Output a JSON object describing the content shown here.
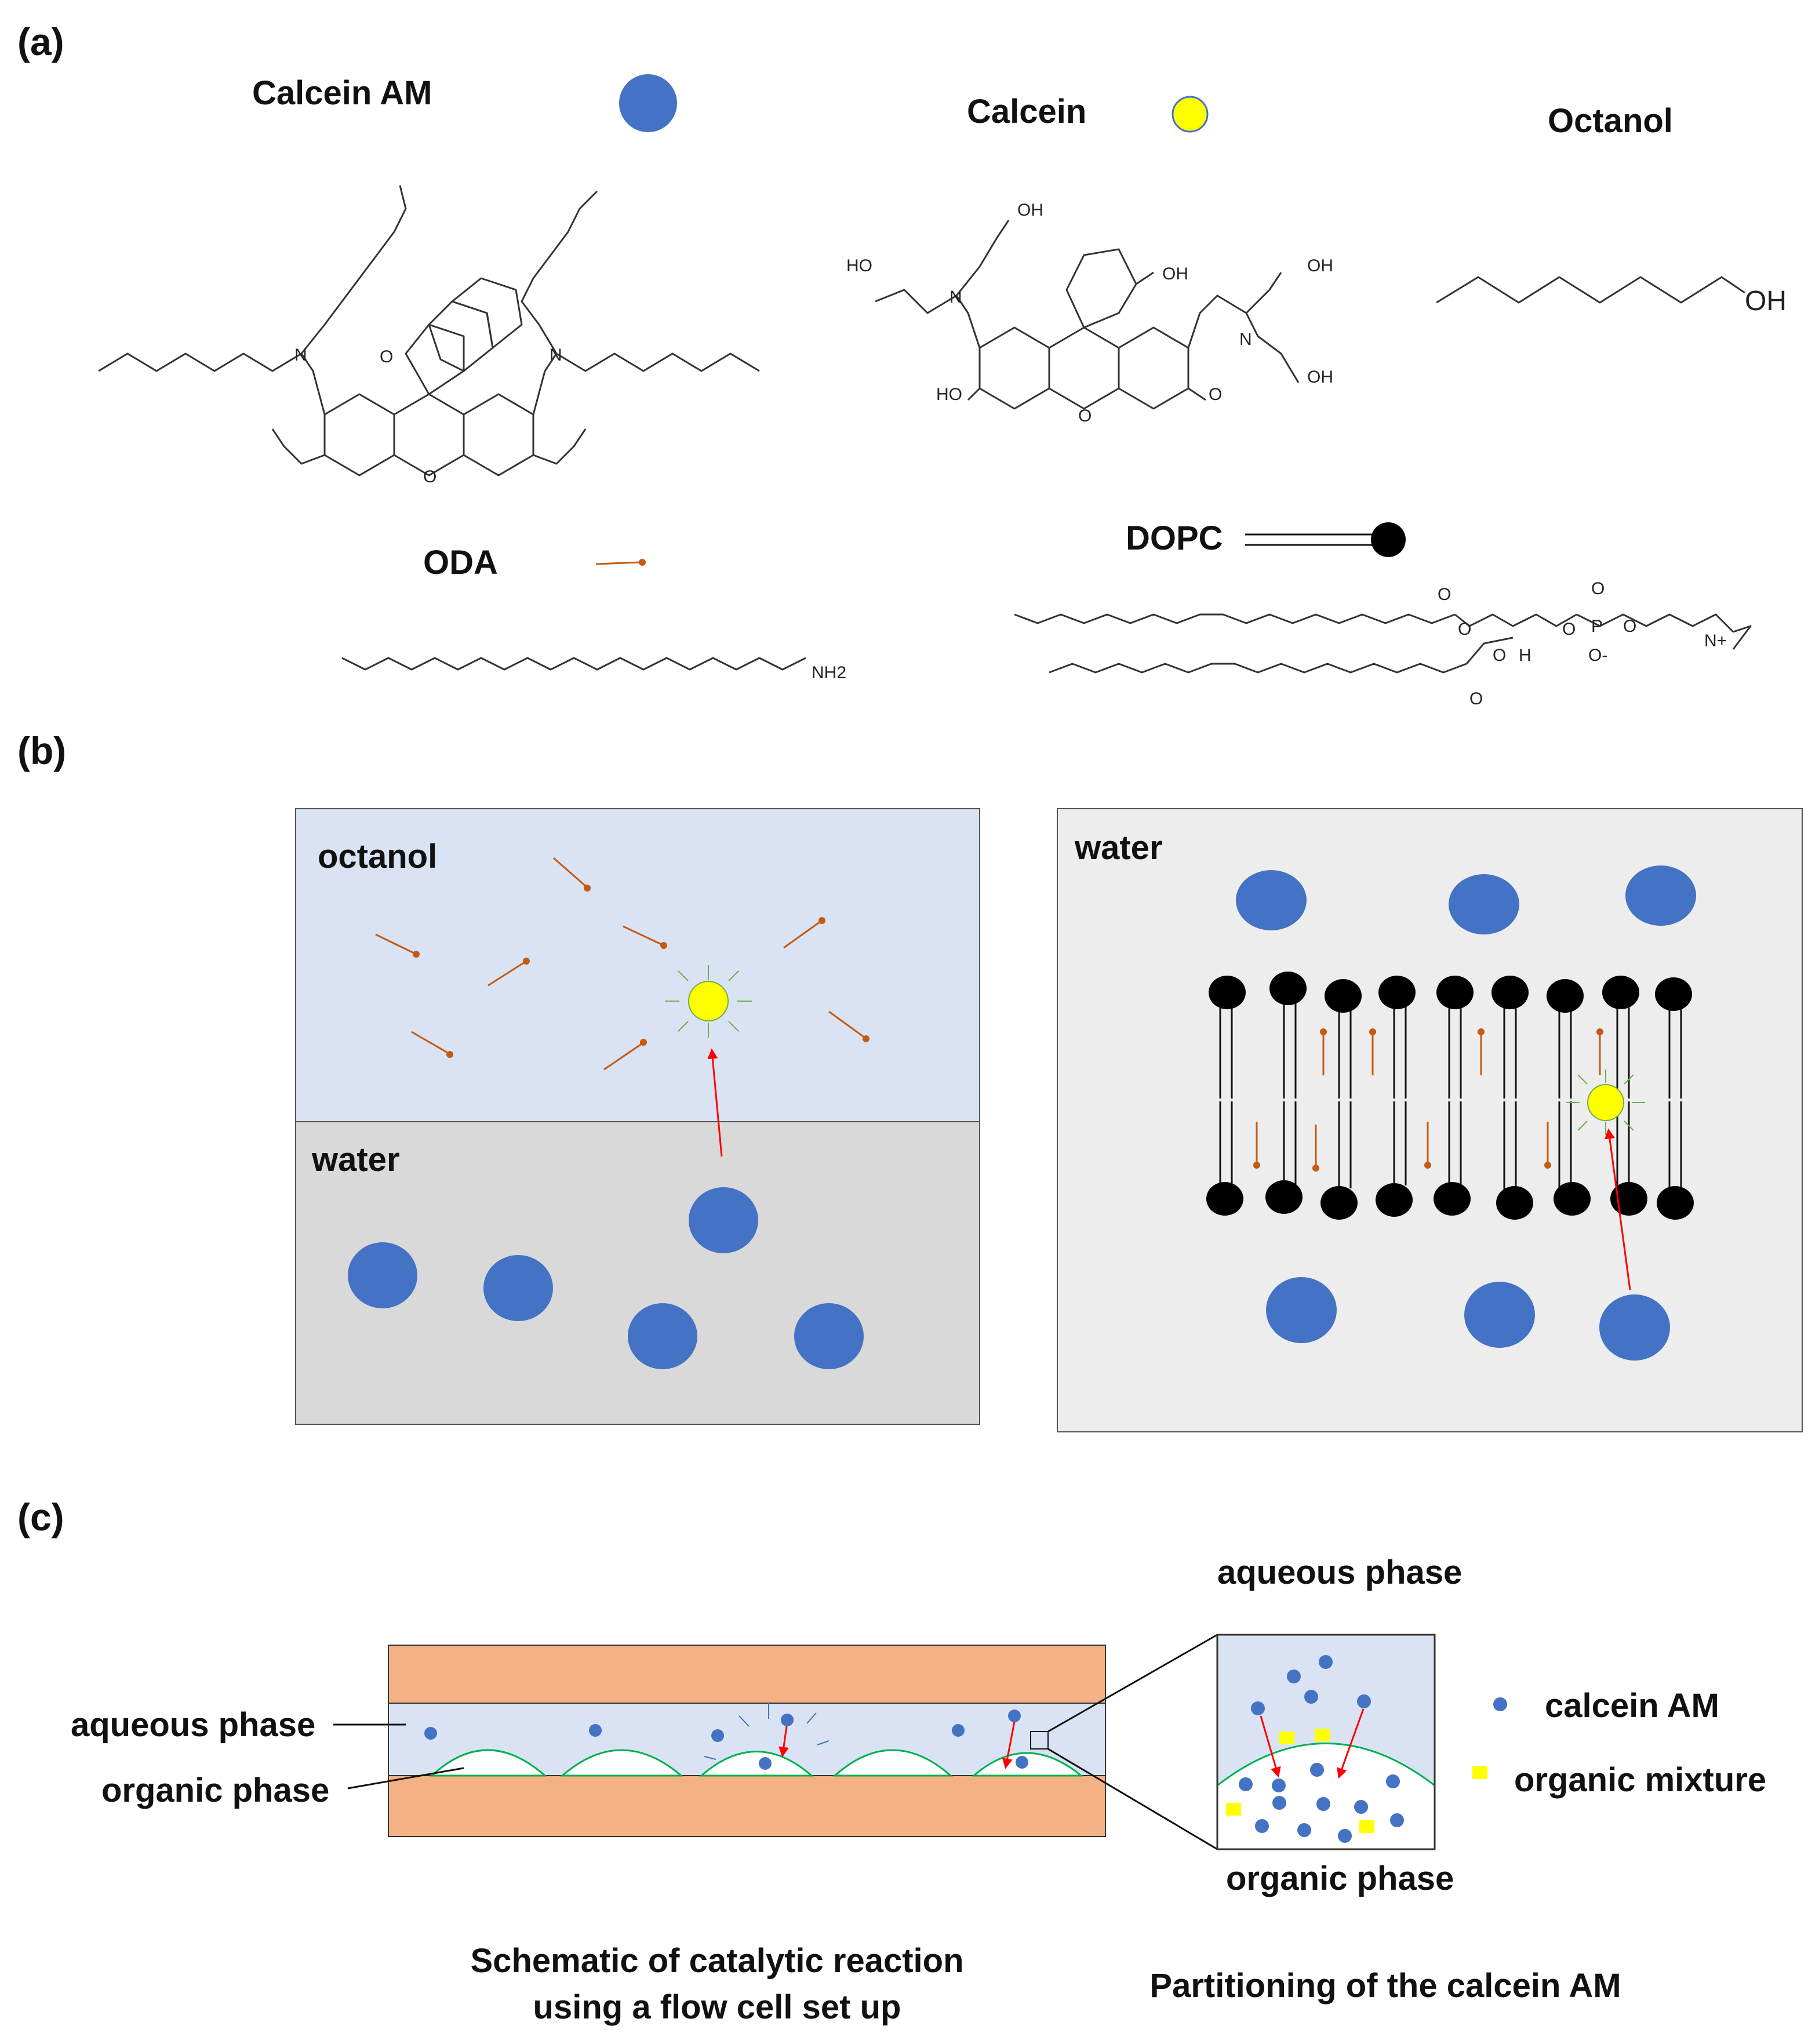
{
  "panels": {
    "a": "(a)",
    "b": "(b)",
    "c": "(c)"
  },
  "molecules": {
    "calcein_am": "Calcein AM",
    "calcein": "Calcein",
    "octanol": "Octanol",
    "oda": "ODA",
    "dopc": "DOPC"
  },
  "atoms": {
    "O": "O",
    "N": "N",
    "OH": "OH",
    "HO": "HO",
    "NH2": "NH2",
    "H": "H",
    "P": "P",
    "O_minus": "O-",
    "N_plus": "N+"
  },
  "panel_b": {
    "octanol_label": "octanol",
    "water_left_label": "water",
    "water_right_label": "water"
  },
  "panel_c": {
    "aqueous_phase_left": "aqueous phase",
    "organic_phase_left": "organic phase",
    "aqueous_phase_zoom": "aqueous phase",
    "organic_phase_zoom": "organic phase",
    "legend_calcein_am": "calcein AM",
    "legend_organic_mixture": "organic mixture",
    "caption_left_line1": "Schematic of catalytic reaction",
    "caption_left_line2": "using a flow cell set up",
    "caption_right": "Partitioning of the calcein AM"
  },
  "colors": {
    "calcein_am": "#4472c4",
    "calcein": "#ffff00",
    "oda": "#c55a11",
    "octanol_phase": "#dae3f3",
    "water_phase": "#d9d9d9",
    "membrane_bg": "#ededed",
    "flow_cell_plate": "#f4b183",
    "arrow": "#ff0000",
    "organic_mixture": "#ffff00",
    "interface": "#00b050"
  }
}
